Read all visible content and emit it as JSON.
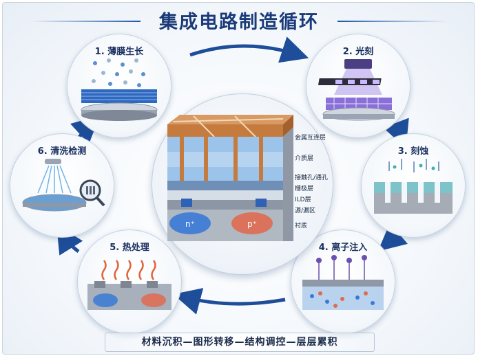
{
  "title": "集成电路制造循环",
  "steps": [
    {
      "label": "1. 薄膜生长",
      "icon": "thin-film-deposition-icon"
    },
    {
      "label": "2. 光刻",
      "icon": "photolithography-icon"
    },
    {
      "label": "3. 刻蚀",
      "icon": "etching-icon"
    },
    {
      "label": "4. 离子注入",
      "icon": "ion-implantation-icon"
    },
    {
      "label": "5. 热处理",
      "icon": "annealing-icon"
    },
    {
      "label": "6. 清洗检测",
      "icon": "cleaning-inspection-icon"
    }
  ],
  "chip_layers": [
    "金属互连层",
    "介质层",
    "接触孔/通孔",
    "栅极层",
    "ILD层",
    "源/漏区",
    "衬底"
  ],
  "doping": {
    "left": "n⁺",
    "right": "p⁺"
  },
  "banner": "材料沉积—图形转移—结构调控—层层累积",
  "colors": {
    "title": "#1a3a78",
    "arrow": "#1e4d9a",
    "copper": "#c57a3e",
    "n_region": "#3a7ad6",
    "p_region": "#e06a50"
  }
}
